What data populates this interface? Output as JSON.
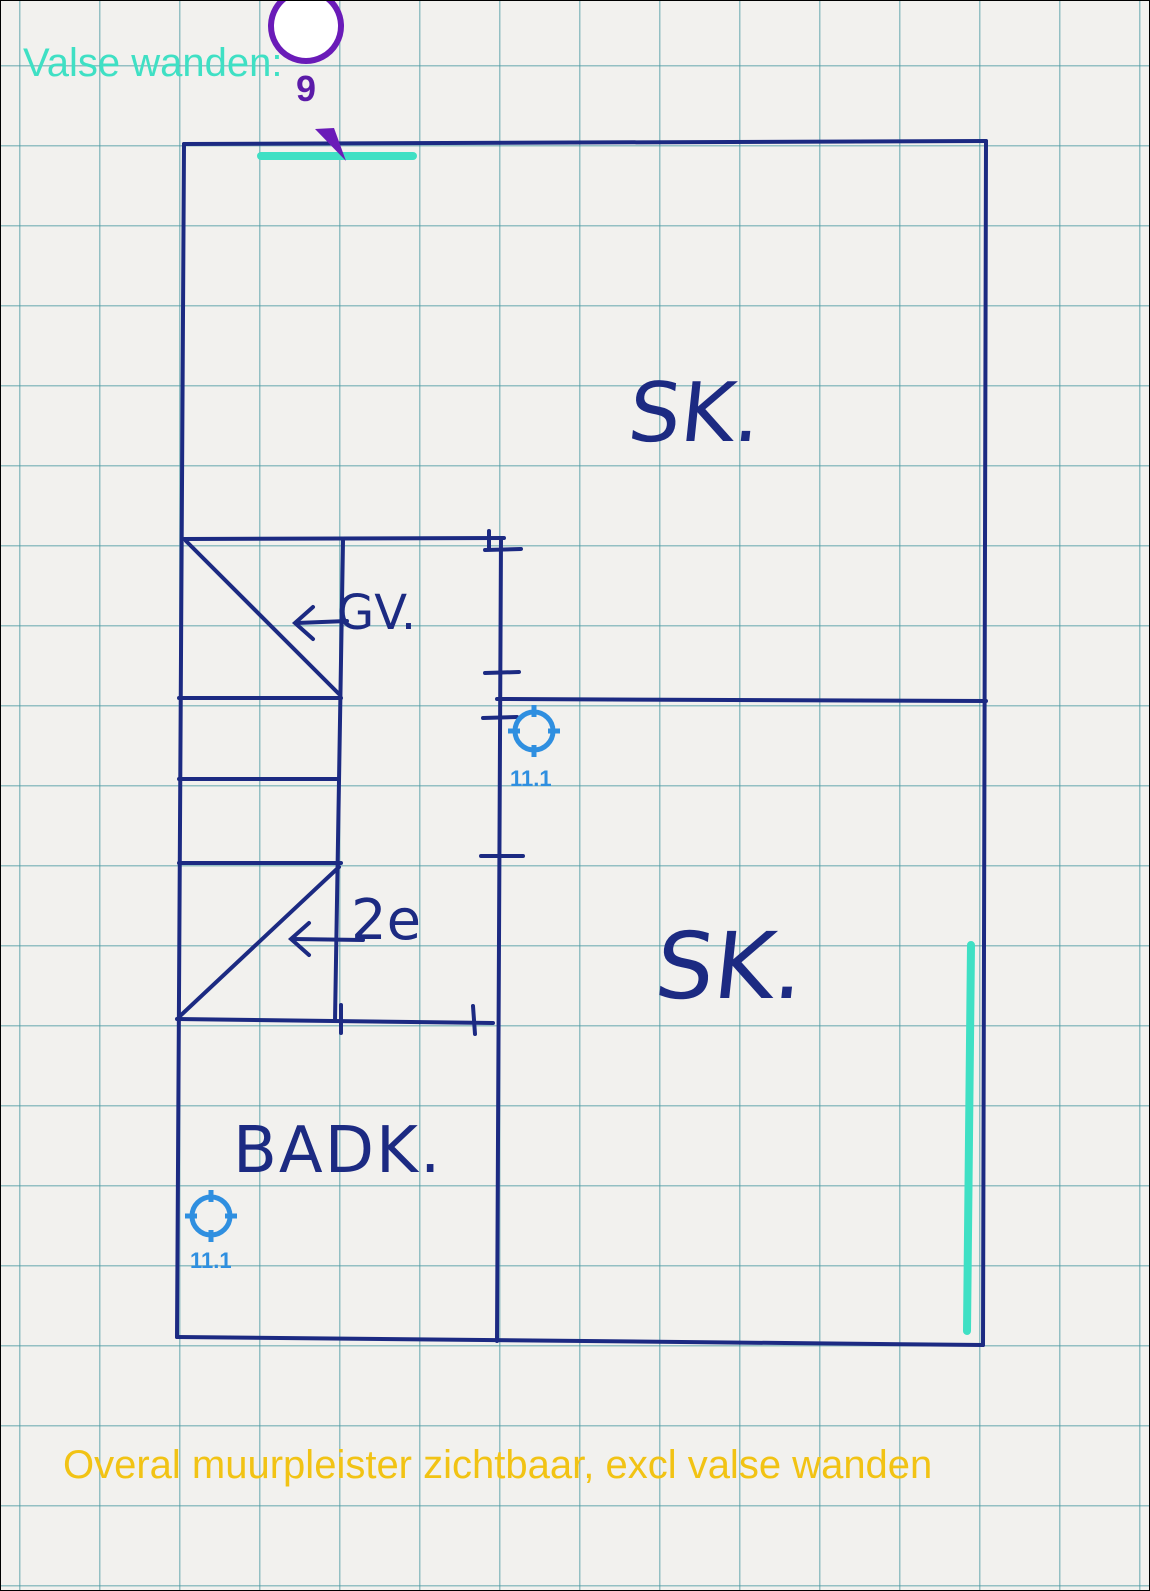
{
  "annotation_title": "Valse wanden:",
  "footer_note": "Overal muurpleister zichtbaar, excl valse wanden",
  "pin": {
    "number": "9",
    "color": "#6a1bb8"
  },
  "room_labels": {
    "top_right": "SK.",
    "bottom_right": "SK.",
    "stair_upper": "GV.",
    "stair_lower": "2e",
    "bathroom": "BADK."
  },
  "position_markers": [
    {
      "label": "11.1",
      "icon": "crosshair-icon"
    },
    {
      "label": "11.1",
      "icon": "crosshair-icon"
    }
  ],
  "colors": {
    "ink": "#1c2a82",
    "false_wall_highlight": "#3fe0c4",
    "footer_text": "#f2c314",
    "marker": "#2f8fe0",
    "grid": "#4696a0"
  }
}
